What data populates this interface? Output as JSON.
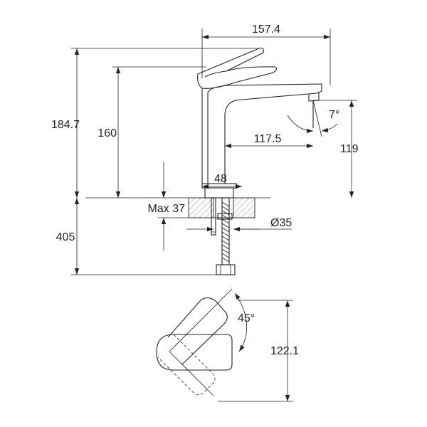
{
  "dimensions": {
    "overall_length": "157.4",
    "total_height": "184.7",
    "spout_height": "160",
    "spout_reach": "117.5",
    "spout_outlet_height": "119",
    "spout_angle": "7°",
    "base_width": "48",
    "max_counter_thickness": "Max 37",
    "hole_diameter": "Ø35",
    "hose_length": "405",
    "lever_rotation": "45°",
    "plan_depth": "122.1"
  }
}
